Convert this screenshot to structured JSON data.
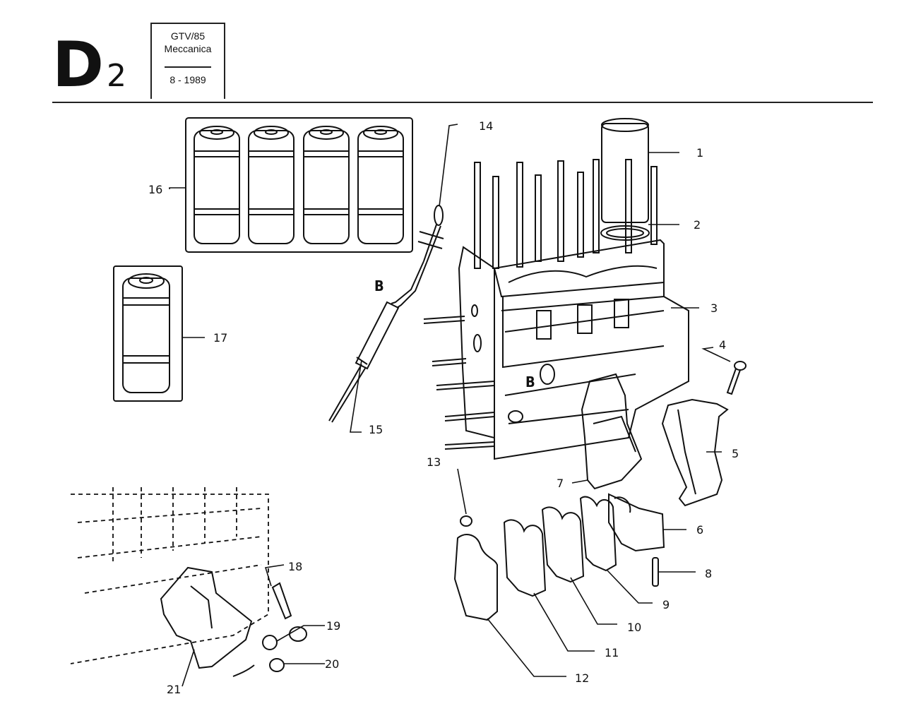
{
  "header": {
    "page_code": "D",
    "page_code_sub": "2",
    "model": "GTV/85",
    "section": "Meccanica",
    "date": "8 - 1989"
  },
  "callouts": [
    "1",
    "2",
    "3",
    "4",
    "5",
    "6",
    "7",
    "8",
    "9",
    "10",
    "11",
    "12",
    "13",
    "14",
    "15",
    "16",
    "17",
    "18",
    "19",
    "20",
    "21"
  ],
  "view_markers": {
    "dipstick": "B",
    "block": "B"
  },
  "colors": {
    "ink": "#111111",
    "paper": "#ffffff"
  }
}
